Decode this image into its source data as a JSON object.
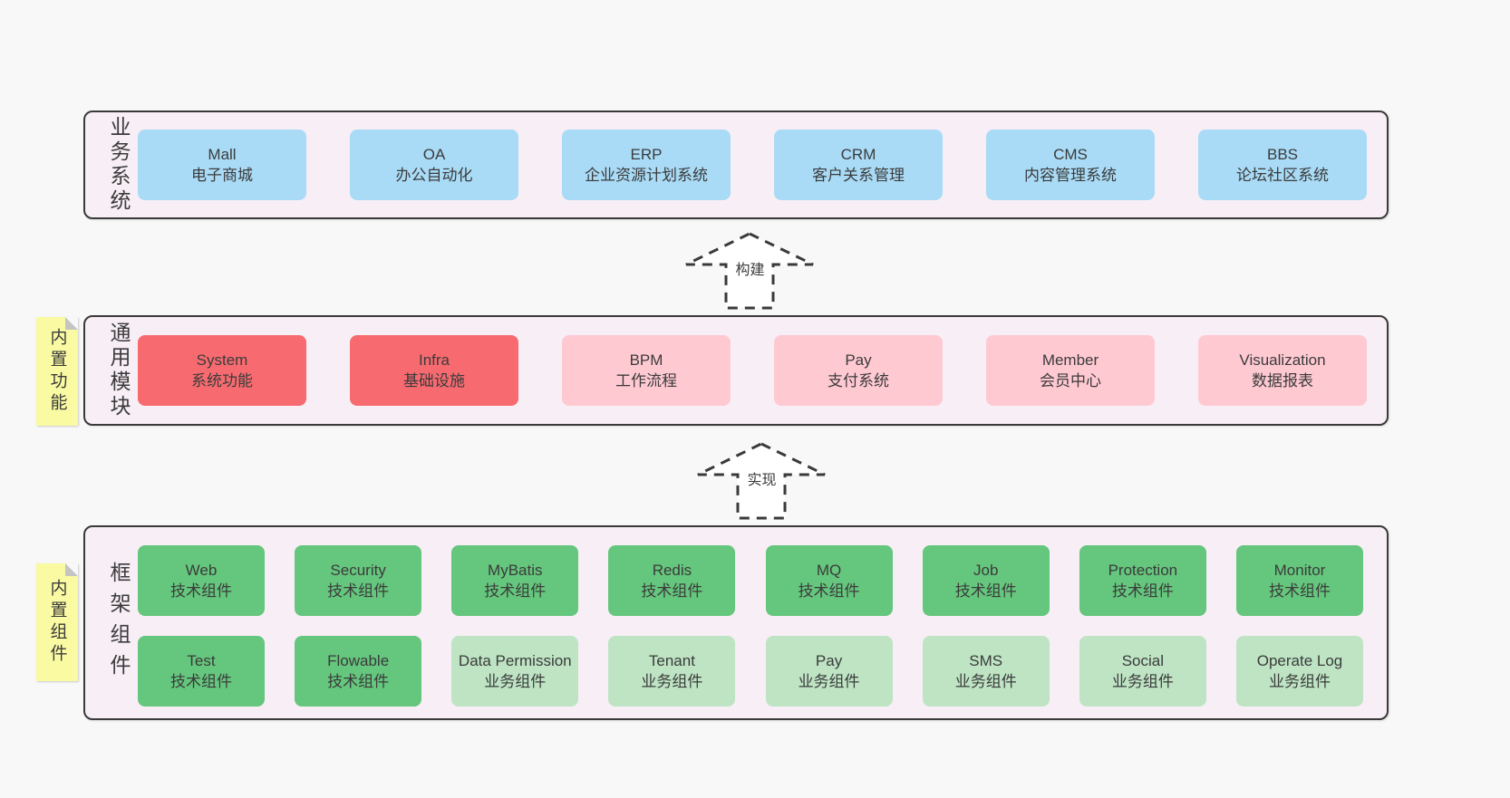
{
  "colors": {
    "page-bg": "#f8f8f8",
    "band-bg": "#f8eef6",
    "band-border": "#3a3a3a",
    "blue": "#a9dbf6",
    "red": "#f76b70",
    "pink": "#ffc9d2",
    "green-dark": "#65c67d",
    "green-light": "#bee4c4",
    "yellow": "#fafaa3",
    "fold": "#c4c4c4",
    "text": "#3b3b3b",
    "arrow": "#3a3a3a"
  },
  "arrows": [
    {
      "label": "构建"
    },
    {
      "label": "实现"
    }
  ],
  "bands": [
    {
      "label": "业务系统",
      "boxes": [
        {
          "name": "Mall",
          "desc": "电子商城"
        },
        {
          "name": "OA",
          "desc": "办公自动化"
        },
        {
          "name": "ERP",
          "desc": "企业资源计划系统"
        },
        {
          "name": "CRM",
          "desc": "客户关系管理"
        },
        {
          "name": "CMS",
          "desc": "内容管理系统"
        },
        {
          "name": "BBS",
          "desc": "论坛社区系统"
        }
      ]
    },
    {
      "label": "通用模块",
      "note": "内置功能",
      "boxes": [
        {
          "name": "System",
          "desc": "系统功能"
        },
        {
          "name": "Infra",
          "desc": "基础设施"
        },
        {
          "name": "BPM",
          "desc": "工作流程"
        },
        {
          "name": "Pay",
          "desc": "支付系统"
        },
        {
          "name": "Member",
          "desc": "会员中心"
        },
        {
          "name": "Visualization",
          "desc": "数据报表"
        }
      ]
    },
    {
      "label": "框架组件",
      "note": "内置组件",
      "rows": [
        [
          {
            "name": "Web",
            "desc": "技术组件"
          },
          {
            "name": "Security",
            "desc": "技术组件"
          },
          {
            "name": "MyBatis",
            "desc": "技术组件"
          },
          {
            "name": "Redis",
            "desc": "技术组件"
          },
          {
            "name": "MQ",
            "desc": "技术组件"
          },
          {
            "name": "Job",
            "desc": "技术组件"
          },
          {
            "name": "Protection",
            "desc": "技术组件"
          },
          {
            "name": "Monitor",
            "desc": "技术组件"
          }
        ],
        [
          {
            "name": "Test",
            "desc": "技术组件"
          },
          {
            "name": "Flowable",
            "desc": "技术组件"
          },
          {
            "name": "Data Permission",
            "desc": "业务组件"
          },
          {
            "name": "Tenant",
            "desc": "业务组件"
          },
          {
            "name": "Pay",
            "desc": "业务组件"
          },
          {
            "name": "SMS",
            "desc": "业务组件"
          },
          {
            "name": "Social",
            "desc": "业务组件"
          },
          {
            "name": "Operate Log",
            "desc": "业务组件"
          }
        ]
      ]
    }
  ]
}
